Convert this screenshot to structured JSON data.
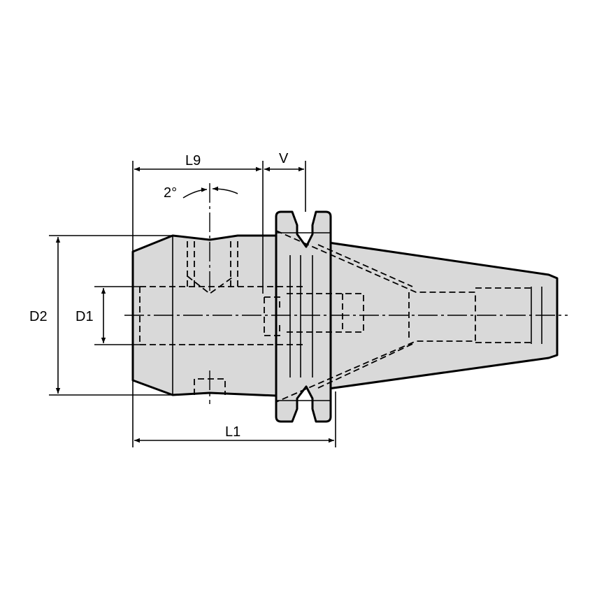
{
  "drawing": {
    "title": "Tool holder adapter dimension drawing",
    "dimensions": {
      "L9": "L9",
      "V": "V",
      "L1": "L1",
      "D1": "D1",
      "D2": "D2",
      "angle": "2°"
    },
    "colors": {
      "body_fill": "#d9d9d9",
      "line": "#000000"
    }
  }
}
